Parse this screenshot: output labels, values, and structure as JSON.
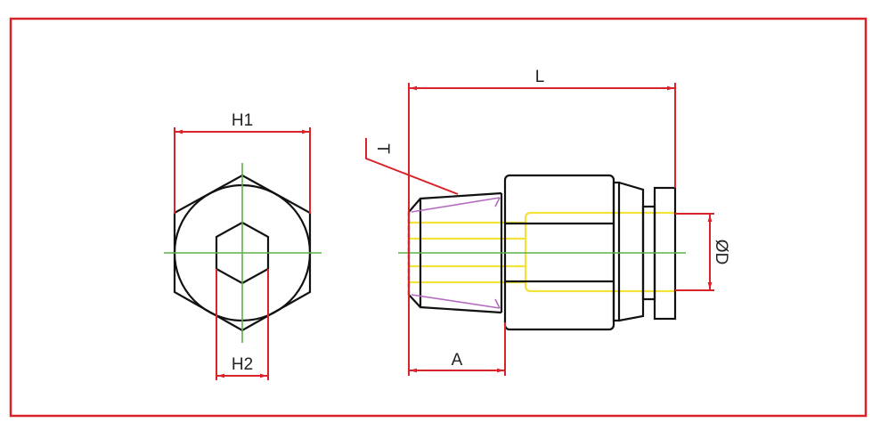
{
  "labels": {
    "h1": "H1",
    "h2": "H2",
    "l": "L",
    "a": "A",
    "t": "T",
    "od": "ØD"
  },
  "colors": {
    "frame": "#d8232a",
    "dimension": "#d8232a",
    "outline": "#111111",
    "centerline": "#5bb04a",
    "hidden": "#f2e33a",
    "thread": "#b46ac0"
  }
}
